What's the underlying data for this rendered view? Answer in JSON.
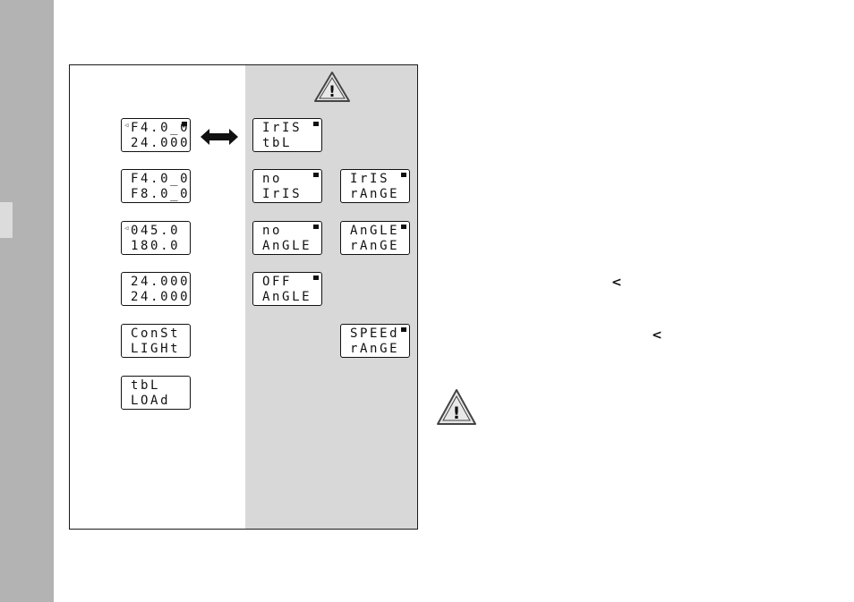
{
  "left_column_displays": [
    {
      "line1": "F4.0_0",
      "line2": "24.000",
      "indicator": "◁",
      "block": true
    },
    {
      "line1": "F4.0_0",
      "line2": "F8.0_0",
      "indicator": "",
      "block": false
    },
    {
      "line1": "045.0",
      "line2": "180.0",
      "indicator": "◁",
      "block": false
    },
    {
      "line1": "24.000",
      "line2": "24.000",
      "indicator": "",
      "block": false
    },
    {
      "line1": "ConSt",
      "line2": "LIGHt",
      "indicator": "",
      "block": false
    },
    {
      "line1": "tbL",
      "line2": "LOAd",
      "indicator": "",
      "block": false
    }
  ],
  "middle_column_displays": [
    {
      "line1": "IrIS",
      "line2": "tbL",
      "block": true
    },
    {
      "line1": "no",
      "line2": "IrIS",
      "block": true
    },
    {
      "line1": "no",
      "line2": "AnGLE",
      "block": true
    },
    {
      "line1": "OFF",
      "line2": "AnGLE",
      "block": true
    }
  ],
  "right_column_displays": [
    {
      "line1": "IrIS",
      "line2": "rAnGE",
      "block": true
    },
    {
      "line1": "AnGLE",
      "line2": "rAnGE",
      "block": true
    },
    {
      "line1": "SPEEd",
      "line2": "rAnGE",
      "block": true
    }
  ],
  "symbols": {
    "chevron_1": "<",
    "chevron_2": "<",
    "warning_mark": "!"
  },
  "colors": {
    "sidebar": "#b3b3b3",
    "panel_gray": "#d8d8d8",
    "lcd_ink": "#111111"
  }
}
